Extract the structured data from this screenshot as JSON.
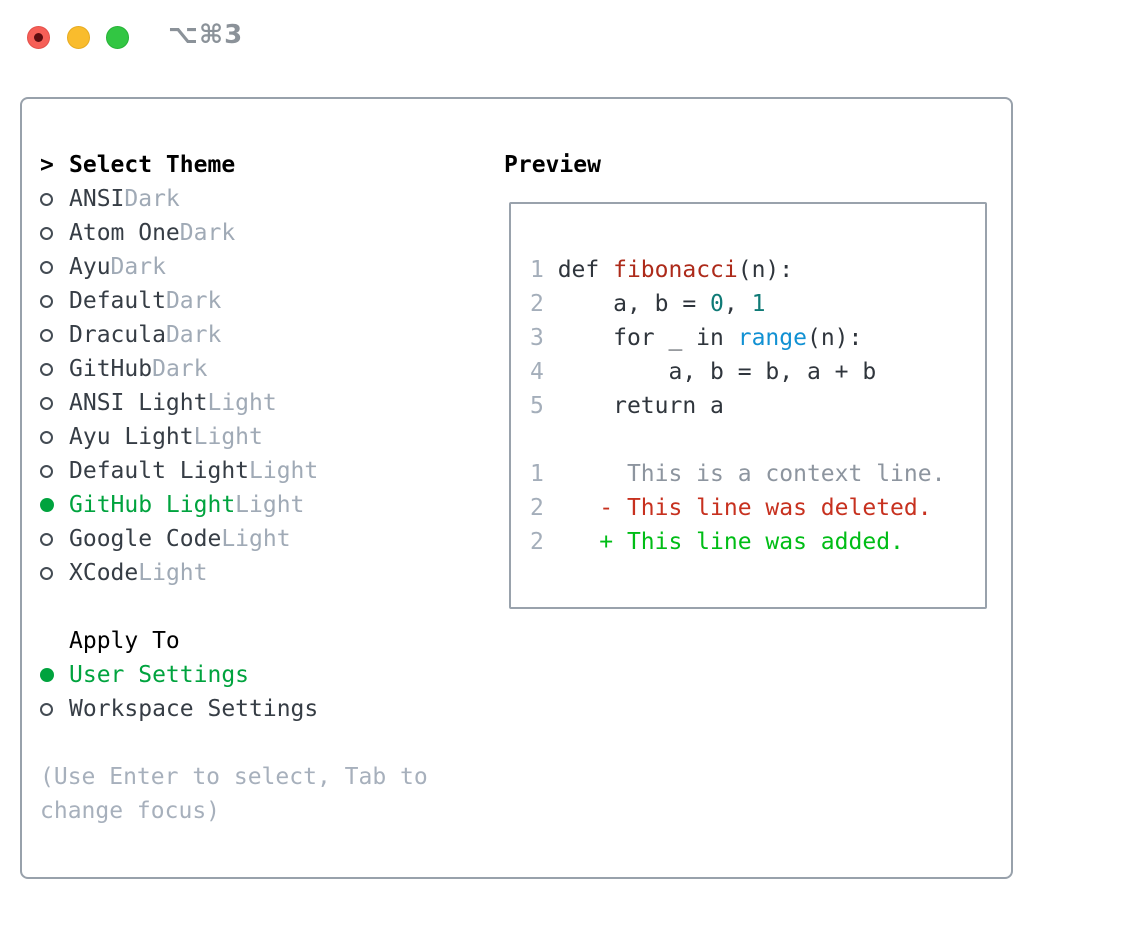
{
  "window": {
    "title": "⌥⌘3"
  },
  "colors": {
    "selection_green": "#00a33e",
    "added_green": "#00bd16",
    "deleted_red": "#c7311f",
    "function_red": "#ad2a1a",
    "number_teal": "#0f7a76",
    "call_blue": "#1191d3",
    "panel_border": "#98a1ab",
    "traffic_red": "#f65f57",
    "traffic_yellow": "#f9bc2d",
    "traffic_green": "#32c643"
  },
  "theme_list": {
    "cursor": ">",
    "header": "Select Theme",
    "items": [
      {
        "name": "ANSI",
        "variant": "Dark",
        "selected": false
      },
      {
        "name": "Atom One",
        "variant": "Dark",
        "selected": false
      },
      {
        "name": "Ayu",
        "variant": "Dark",
        "selected": false
      },
      {
        "name": "Default",
        "variant": "Dark",
        "selected": false
      },
      {
        "name": "Dracula",
        "variant": "Dark",
        "selected": false
      },
      {
        "name": "GitHub",
        "variant": "Dark",
        "selected": false
      },
      {
        "name": "ANSI Light",
        "variant": "Light",
        "selected": false
      },
      {
        "name": "Ayu Light",
        "variant": "Light",
        "selected": false
      },
      {
        "name": "Default Light",
        "variant": "Light",
        "selected": false
      },
      {
        "name": "GitHub Light",
        "variant": "Light",
        "selected": true
      },
      {
        "name": "Google Code",
        "variant": "Light",
        "selected": false
      },
      {
        "name": "XCode",
        "variant": "Light",
        "selected": false
      }
    ]
  },
  "apply_to": {
    "header": "Apply To",
    "options": [
      {
        "label": "User Settings",
        "selected": true
      },
      {
        "label": "Workspace Settings",
        "selected": false
      }
    ]
  },
  "hint": "(Use Enter to select, Tab to change focus)",
  "preview": {
    "header": "Preview",
    "lines": [
      {
        "num": "1",
        "segments": [
          {
            "text": " def ",
            "color": "code"
          },
          {
            "text": "fibonacci",
            "color": "func"
          },
          {
            "text": "(n):",
            "color": "code"
          }
        ]
      },
      {
        "num": "2",
        "segments": [
          {
            "text": "     a, b = ",
            "color": "code"
          },
          {
            "text": "0",
            "color": "number"
          },
          {
            "text": ", ",
            "color": "code"
          },
          {
            "text": "1",
            "color": "number"
          }
        ]
      },
      {
        "num": "3",
        "segments": [
          {
            "text": "     for _ in ",
            "color": "code"
          },
          {
            "text": "range",
            "color": "call"
          },
          {
            "text": "(n):",
            "color": "code"
          }
        ]
      },
      {
        "num": "4",
        "segments": [
          {
            "text": "         a, b = b, a + b",
            "color": "code"
          }
        ]
      },
      {
        "num": "5",
        "segments": [
          {
            "text": "     return a",
            "color": "code"
          }
        ]
      },
      {
        "num": "",
        "segments": []
      },
      {
        "num": "1",
        "segments": [
          {
            "text": "      This is a context line.",
            "color": "context"
          }
        ]
      },
      {
        "num": "2",
        "segments": [
          {
            "text": "    - This line was deleted.",
            "color": "deleted"
          }
        ]
      },
      {
        "num": "2",
        "segments": [
          {
            "text": "    + This line was added.",
            "color": "added"
          }
        ]
      }
    ]
  }
}
